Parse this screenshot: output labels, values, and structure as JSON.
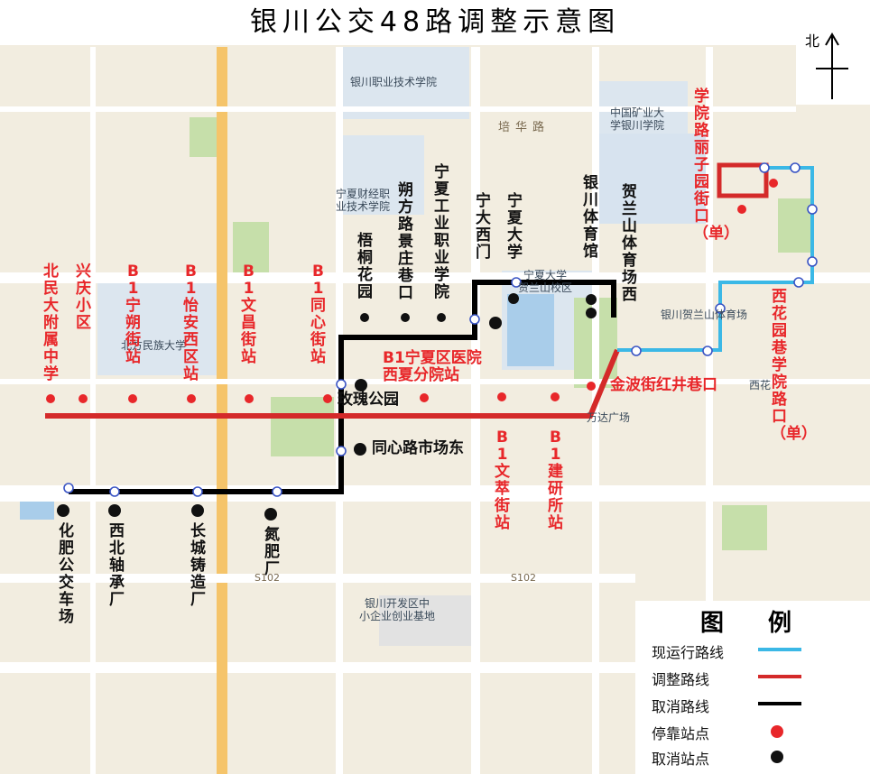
{
  "title": "银川公交48路调整示意图",
  "compass": {
    "label": "北"
  },
  "legend": {
    "heading": "图 例",
    "items": [
      {
        "label": "现运行路线",
        "kind": "line",
        "color": "#3bb8e6"
      },
      {
        "label": "调整路线",
        "kind": "line",
        "color": "#d42a2a"
      },
      {
        "label": "取消路线",
        "kind": "line",
        "color": "#000000"
      },
      {
        "label": "停靠站点",
        "kind": "dot",
        "color": "#e8272a"
      },
      {
        "label": "取消站点",
        "kind": "dot",
        "color": "#111111"
      }
    ]
  },
  "red_stops": {
    "s1": "北民大附属中学",
    "s2": "兴庆小区",
    "s3": "B1宁朔街站",
    "s4": "B1怡安西区站",
    "s5": "B1文昌街站",
    "s6": "B1同心街站",
    "s7": "B1宁夏区医院西夏分院站",
    "s8": "B1文萃街站",
    "s9": "B1建研所站",
    "s10": "金波街红井巷口",
    "s11": "西花园巷学院路口（单）",
    "s12": "学院路丽子园街口（单）"
  },
  "black_stops": {
    "b1": "化肥公交车场",
    "b2": "西北轴承厂",
    "b3": "长城铸造厂",
    "b4": "氮肥厂",
    "b5": "同心路市场东",
    "b6": "玫瑰公园",
    "b7": "梧桐花园",
    "b8": "朔方路景庄巷口",
    "b9": "宁夏工业职业学院",
    "b10": "宁大西门",
    "b11": "宁夏大学",
    "b12": "银川体育馆",
    "b13": "贺兰山体育场西"
  },
  "pois": {
    "p1": "银川职业技术学院",
    "p2": "中国矿业大\n学银川学院",
    "p3": "宁夏财经职\n业技术学院",
    "p4": "北方民族大学",
    "p5": "宁夏大学\n贺兰山校区",
    "p6": "银川贺兰山体育场",
    "p7": "万达广场",
    "p8": "银川开发区中\n小企业创业基地",
    "p9": "西花"
  },
  "roads": {
    "r1": "培华路",
    "r2": "S102"
  }
}
